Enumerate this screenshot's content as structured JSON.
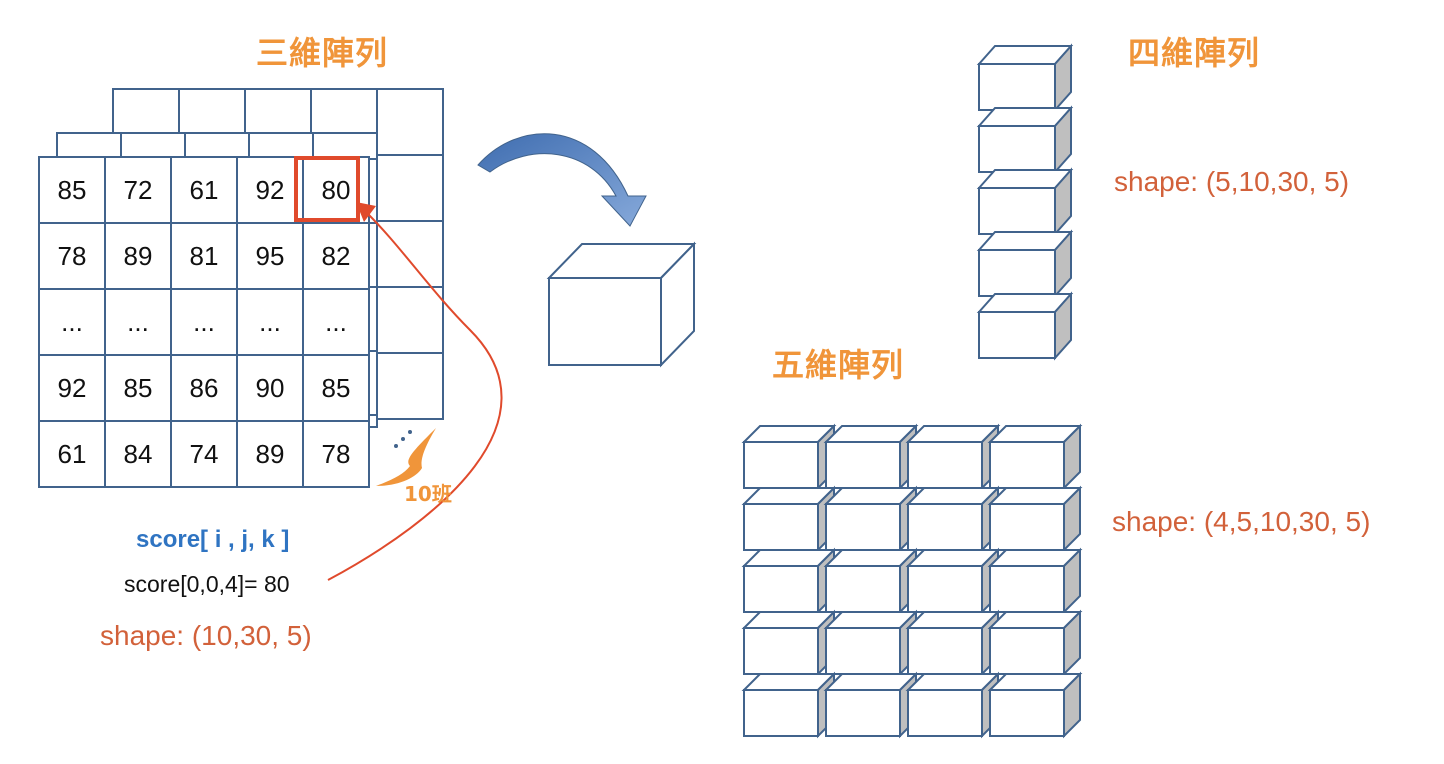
{
  "three_d": {
    "title": "三維陣列",
    "rows": [
      [
        "85",
        "72",
        "61",
        "92",
        "80"
      ],
      [
        "78",
        "89",
        "81",
        "95",
        "82"
      ],
      [
        "...",
        "...",
        "...",
        "...",
        "..."
      ],
      [
        "92",
        "85",
        "86",
        "90",
        "85"
      ],
      [
        "61",
        "84",
        "74",
        "89",
        "78"
      ]
    ],
    "highlighted_cell": "80",
    "depth_label": "10班",
    "index_label": "score[ i , j, k ]",
    "example": "score[0,0,4]= 80",
    "shape": "shape:  (10,30, 5)"
  },
  "four_d": {
    "title": "四維陣列",
    "shape": "shape:  (5,10,30, 5)"
  },
  "five_d": {
    "title": "五維陣列",
    "shape": "shape:  (4,5,10,30, 5)"
  },
  "colors": {
    "title": "#F0953A",
    "shape_text": "#D2613A",
    "grid_line": "#41638C",
    "highlight": "#E04A2C",
    "index_label": "#2F74C2",
    "arrow": "#5A86C4"
  }
}
